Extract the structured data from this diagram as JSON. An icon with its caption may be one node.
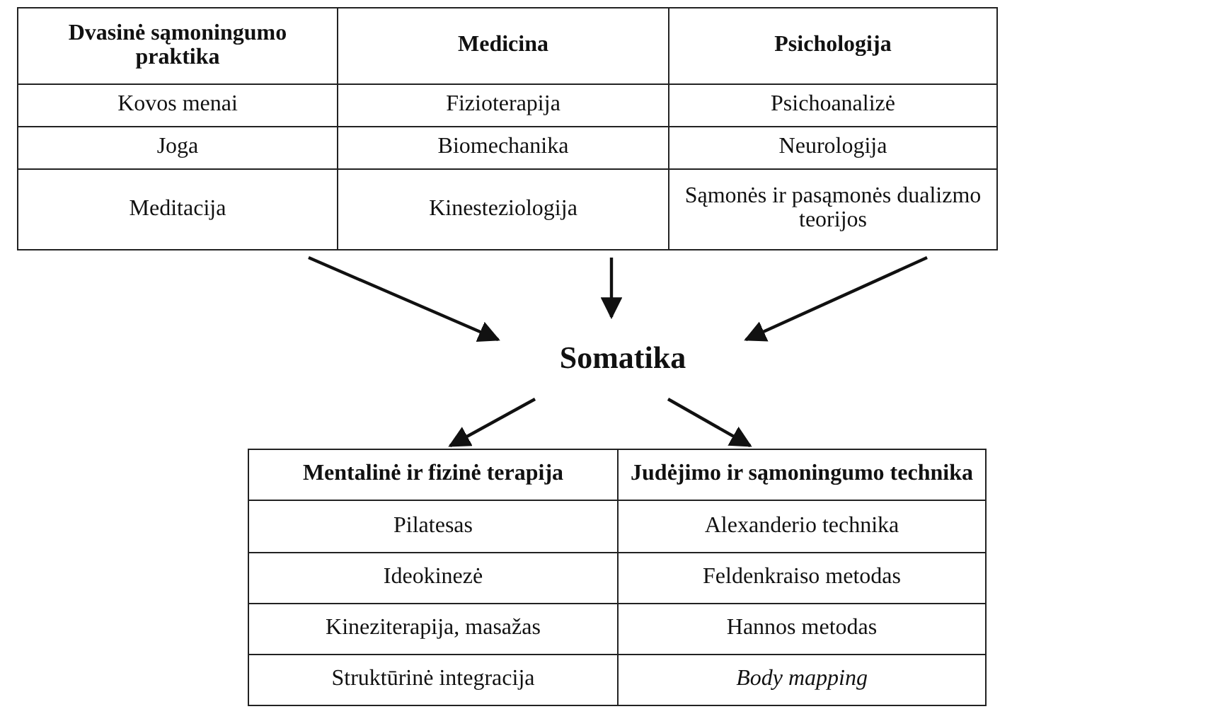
{
  "diagram": {
    "nodes": [
      {
        "text": [
          "Dvasinė sąmoningumo praktika",
          "Kovos menai",
          "Joga",
          "Meditacija"
        ]
      },
      {
        "text": [
          "Medicina",
          "Fizioterapija",
          "Biomechanika",
          "Kinesteziologija"
        ]
      },
      {
        "text": [
          "Psichologija",
          "Psichoanalizė",
          "Neurologija",
          "Sąmonės ir pasąmonės dualizmo teorijos"
        ]
      },
      {
        "text": [
          "Somatika"
        ]
      },
      {
        "text": [
          "Mentalinė ir fizinė terapija",
          "Pilatesas",
          "Ideokinezė",
          "Kineziterapija, masažas",
          "Struktūrinė integracija"
        ]
      },
      {
        "text": [
          "Judėjimo ir sąmoningumo technika",
          "Alexanderio technika",
          "Feldenkraiso metodas",
          "Hannos metodas",
          "Body mapping"
        ]
      }
    ],
    "edges": [
      {
        "from": 0,
        "to": 3,
        "arrow": "to"
      },
      {
        "from": 1,
        "to": 3,
        "arrow": "to"
      },
      {
        "from": 2,
        "to": 3,
        "arrow": "to"
      },
      {
        "from": 3,
        "to": 4,
        "arrow": "to"
      },
      {
        "from": 3,
        "to": 5,
        "arrow": "to"
      }
    ]
  }
}
